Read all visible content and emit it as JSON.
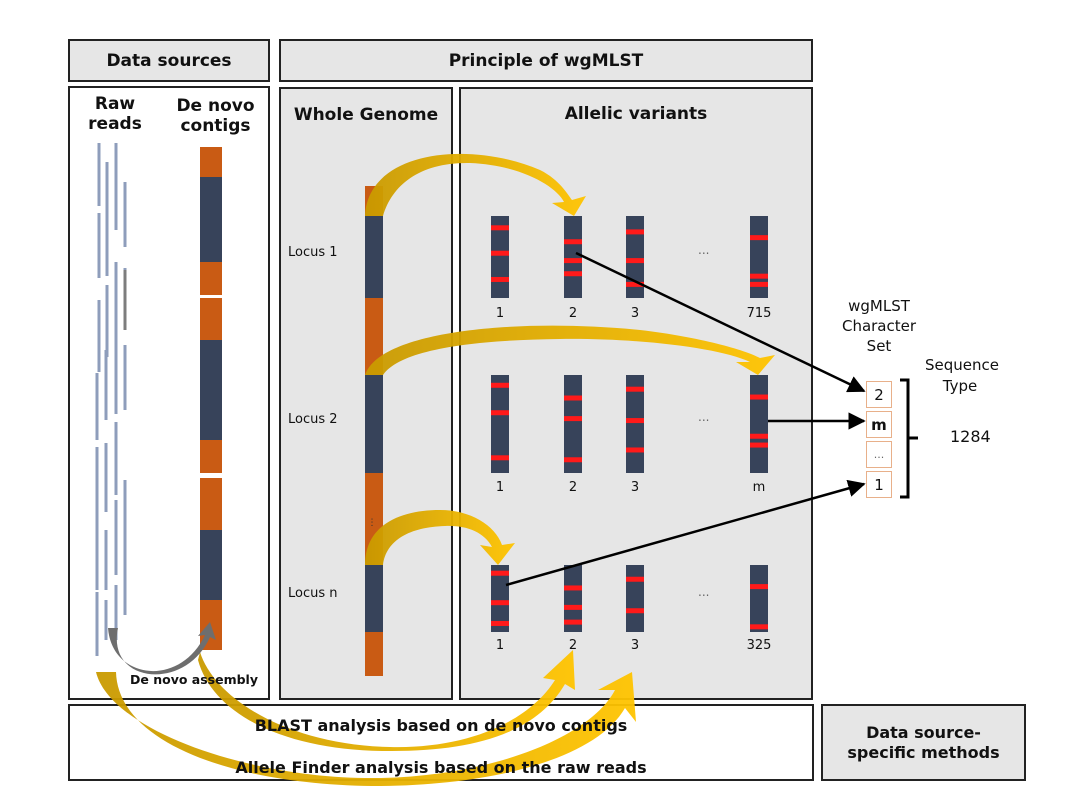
{
  "headers": {
    "data_sources": "Data sources",
    "principle": "Principle of wgMLST",
    "whole_genome": "Whole Genome",
    "allelic_variants": "Allelic variants",
    "data_source_specific": "Data source-\nspecific methods"
  },
  "data_sources": {
    "raw_reads_label": "Raw\nreads",
    "contigs_label": "De novo\ncontigs",
    "assembly_label": "De novo assembly"
  },
  "loci": [
    {
      "label": "Locus 1",
      "alleles": [
        {
          "id": "1",
          "marks": [
            0.15,
            0.46,
            0.78
          ]
        },
        {
          "id": "2",
          "marks": [
            0.32,
            0.55,
            0.71
          ]
        },
        {
          "id": "3",
          "marks": [
            0.2,
            0.55,
            0.84
          ]
        },
        {
          "id": "715",
          "marks": [
            0.27,
            0.74,
            0.84
          ]
        }
      ],
      "ellipsis": "...",
      "selected_allele": "2"
    },
    {
      "label": "Locus 2",
      "alleles": [
        {
          "id": "1",
          "marks": [
            0.11,
            0.39,
            0.85
          ]
        },
        {
          "id": "2",
          "marks": [
            0.24,
            0.45,
            0.87
          ]
        },
        {
          "id": "3",
          "marks": [
            0.15,
            0.47,
            0.77
          ]
        },
        {
          "id": "m",
          "marks": [
            0.23,
            0.63,
            0.72
          ]
        }
      ],
      "ellipsis": "...",
      "selected_allele": "m"
    },
    {
      "label": "Locus n",
      "alleles": [
        {
          "id": "1",
          "marks": [
            0.13,
            0.57,
            0.88
          ]
        },
        {
          "id": "2",
          "marks": [
            0.35,
            0.64,
            0.86
          ]
        },
        {
          "id": "3",
          "marks": [
            0.22,
            0.69
          ]
        },
        {
          "id": "325",
          "marks": [
            0.33,
            0.93
          ]
        }
      ],
      "ellipsis": "...",
      "selected_allele": "1"
    }
  ],
  "character_set": {
    "title": "wgMLST\nCharacter\nSet",
    "cells": [
      "2",
      "m",
      "...",
      "1"
    ]
  },
  "sequence_type": {
    "title": "Sequence\nType",
    "value": "1284"
  },
  "methods": {
    "blast": "BLAST analysis based on de novo contigs",
    "allele_finder": "Allele Finder analysis based on the raw reads"
  },
  "colors": {
    "dark_segment": "#37435a",
    "orange_segment": "#c95b14",
    "allele_mark": "#ff1a1a",
    "read": "#8e9dbb",
    "arrow_gold": "#f2b600",
    "arrow_gold_dark": "#d9a300",
    "assembly_arrow": "#6e6e6e",
    "panel_gray": "#e6e6e6"
  }
}
